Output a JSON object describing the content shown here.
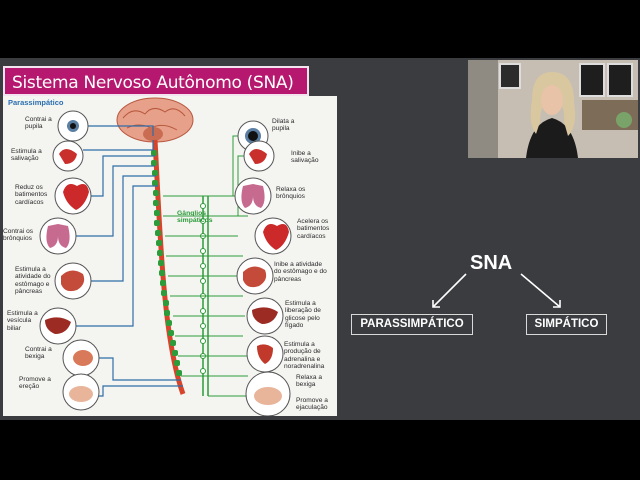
{
  "slide": {
    "title": "Sistema Nervoso Autônomo (SNA)",
    "diagram": {
      "left_heading": "Parassimpático",
      "right_heading": "Gânglios simpáticos",
      "left_labels": [
        "Contrai a pupila",
        "Estimula a salivação",
        "Reduz os batimentos cardíacos",
        "Contrai os brônquios",
        "Estimula a atividade do estômago e pâncreas",
        "Estimula a vesícula biliar",
        "Contrai a bexiga",
        "Promove a ereção"
      ],
      "right_labels": [
        "Dilata a pupila",
        "Inibe a salivação",
        "Relaxa os brônquios",
        "Acelera os batimentos cardíacos",
        "Inibe a atividade do estômago e do pâncreas",
        "Estimula a liberação de glicose pelo fígado",
        "Estimula a produção de adrenalina e noradrenalina",
        "Relaxa a bexiga",
        "Promove a ejaculação"
      ]
    },
    "sna_tree": {
      "root": "SNA",
      "left": "PARASSIMPÁTICO",
      "right": "SIMPÁTICO"
    }
  },
  "colors": {
    "title_badge": "#b5186e",
    "slate": "#3a3c40",
    "nerve_green": "#2d9b3a",
    "spine_red": "#d6452b",
    "parasym_blue": "#2f6da8"
  }
}
